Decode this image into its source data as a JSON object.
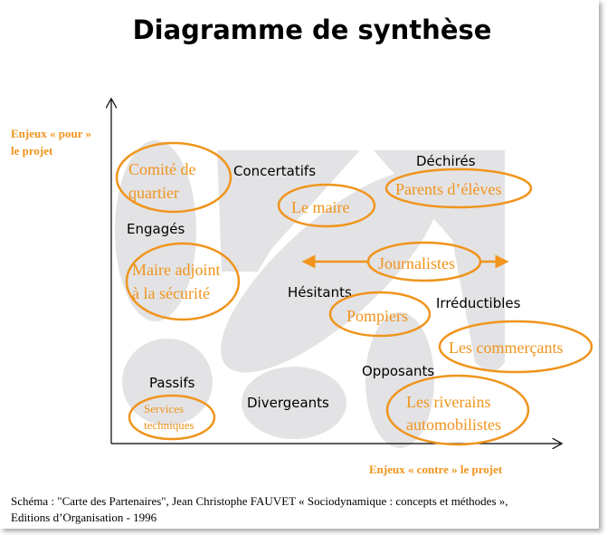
{
  "title": "Diagramme de synthèse",
  "axes": {
    "y_label_line1": "Enjeux « pour »",
    "y_label_line2": "le projet",
    "x_label": "Enjeux « contre » le projet"
  },
  "categories": [
    "Concertatifs",
    "Déchirés",
    "Engagés",
    "Hésitants",
    "Irréductibles",
    "Passifs",
    "Divergeants",
    "Opposants"
  ],
  "actors": {
    "comite": [
      "Comité de",
      "quartier"
    ],
    "maire": "Le maire",
    "parents": "Parents d’élèves",
    "adjoint": [
      "Maire adjoint",
      "à la sécurité"
    ],
    "journalistes": "Journalistes",
    "pompiers": "Pompiers",
    "commercants": "Les commerçants",
    "services": [
      "Services",
      "techniques"
    ],
    "riverains": [
      "Les riverains",
      "automobilistes"
    ]
  },
  "colors": {
    "accent": "#f0941c",
    "blob": "#e3e3e5"
  },
  "caption": {
    "line1": "Schéma :  \"Carte des Partenaires\", Jean Christophe FAUVET  « Sociodynamique : concepts et méthodes »,",
    "line2": "Editions d’Organisation  - 1996"
  }
}
